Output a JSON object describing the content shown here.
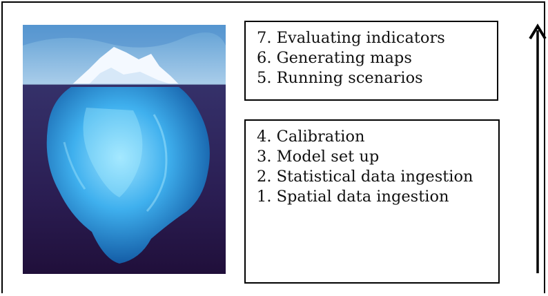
{
  "upper_steps": [
    "7. Evaluating indicators",
    "6. Generating maps",
    "5. Running scenarios"
  ],
  "lower_steps": [
    "4. Calibration",
    "3. Model set up",
    "2. Statistical data ingestion",
    "1. Spatial data ingestion"
  ],
  "icons": {
    "image": "iceberg-image",
    "arrow": "upward-arrow-icon"
  },
  "colors": {
    "sky": "#7fb3dc",
    "water_deep": "#2b1f55",
    "ice_blue": "#4fb3ee",
    "text": "#111111"
  }
}
